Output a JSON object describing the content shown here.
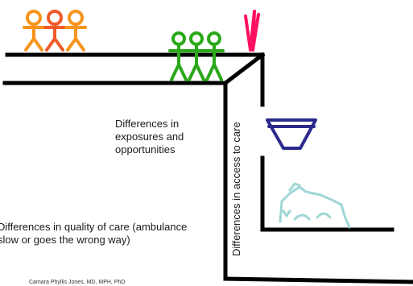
{
  "diagram": {
    "labels": {
      "exposures": "Differences in exposures and opportunities",
      "access": "Differences in access to care",
      "quality": "Differences in quality of care (ambulance slow or goes the wrong way)",
      "citation": "Camara Phyllis Jones, MD, MPH, PhD"
    },
    "colors": {
      "cliff_lines": "#000000",
      "people_top": "#f7941d",
      "people_top_alt": "#ef5b2a",
      "people_edge": "#2aa81a",
      "fence": "#ff1060",
      "net": "#2b2a8c",
      "ambulance": "#9fd6d6"
    },
    "icons": [
      "stick-figure-icon",
      "fence-icon",
      "net-icon",
      "ambulance-icon"
    ]
  }
}
